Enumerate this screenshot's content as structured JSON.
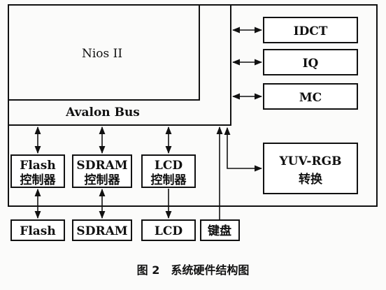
{
  "diagram": {
    "nios_label": "Nios II",
    "bus_label": "Avalon Bus",
    "peripherals": {
      "idct": "IDCT",
      "iq": "IQ",
      "mc": "MC",
      "yuv_line1": "YUV-RGB",
      "yuv_line2": "转换"
    },
    "controllers": {
      "flash_line1": "Flash",
      "flash_line2": "控制器",
      "sdram_line1": "SDRAM",
      "sdram_line2": "控制器",
      "lcd_line1": "LCD",
      "lcd_line2": "控制器"
    },
    "devices": {
      "flash": "Flash",
      "sdram": "SDRAM",
      "lcd": "LCD",
      "keyboard": "键盘"
    },
    "caption": "图 2　系统硬件结构图"
  }
}
